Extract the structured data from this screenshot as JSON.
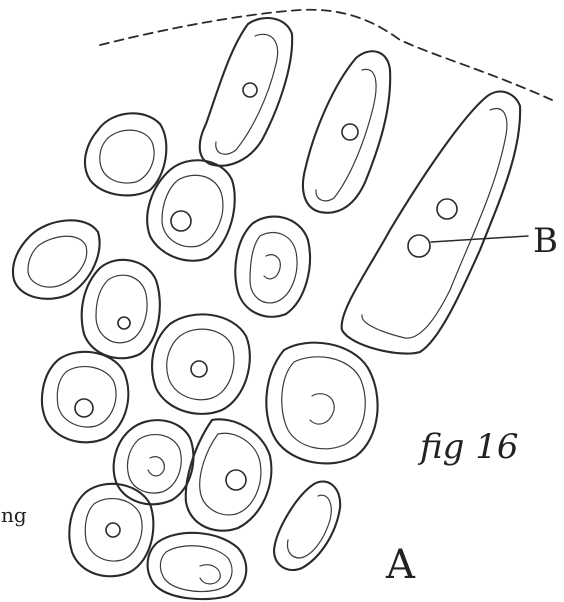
{
  "labels": {
    "figure": "fig 16",
    "pointer": "B",
    "corner": "A",
    "edge_fragment": "ng"
  },
  "ink_color": "#2a2a2a"
}
